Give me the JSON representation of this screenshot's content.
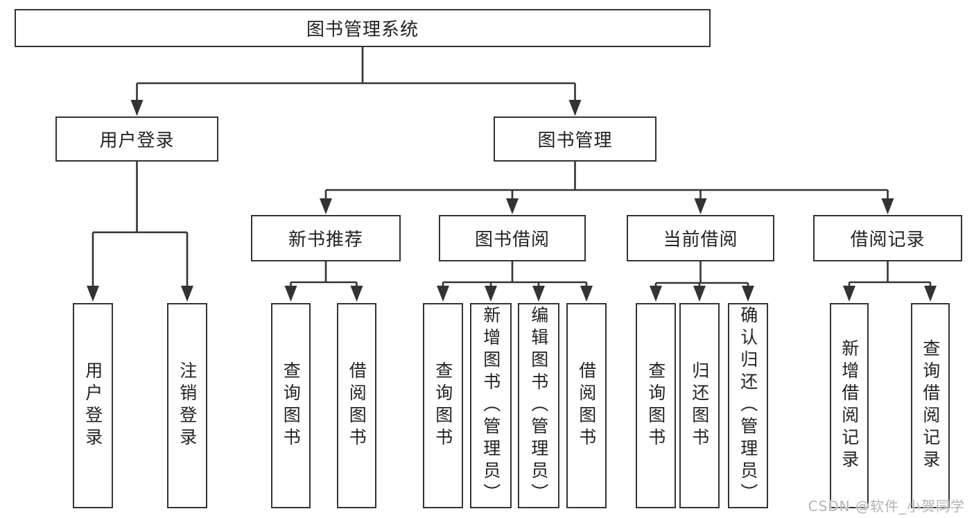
{
  "diagram": {
    "title": "图书管理系统",
    "root": "图书管理系统",
    "level2": {
      "user_login": "用户登录",
      "book_mgmt": "图书管理"
    },
    "level3": {
      "new_books": "新书推荐",
      "borrowing": "图书借阅",
      "current": "当前借阅",
      "records": "借阅记录"
    },
    "leaves": {
      "user_login": [
        "用户登录",
        "注销登录"
      ],
      "new_books": [
        "查询图书",
        "借阅图书"
      ],
      "borrowing": [
        "查询图书",
        "新增图书（管理员）",
        "编辑图书（管理员）",
        "借阅图书"
      ],
      "current": [
        "查询图书",
        "归还图书",
        "确认归还（管理员）"
      ],
      "records": [
        "新增借阅记录",
        "查询借阅记录"
      ]
    }
  },
  "colors": {
    "line": "#333333",
    "text": "#222222",
    "background": "#ffffff",
    "watermark": "#b3b3b3"
  },
  "watermark": {
    "text": "CSDN @软件_小贺同学"
  }
}
